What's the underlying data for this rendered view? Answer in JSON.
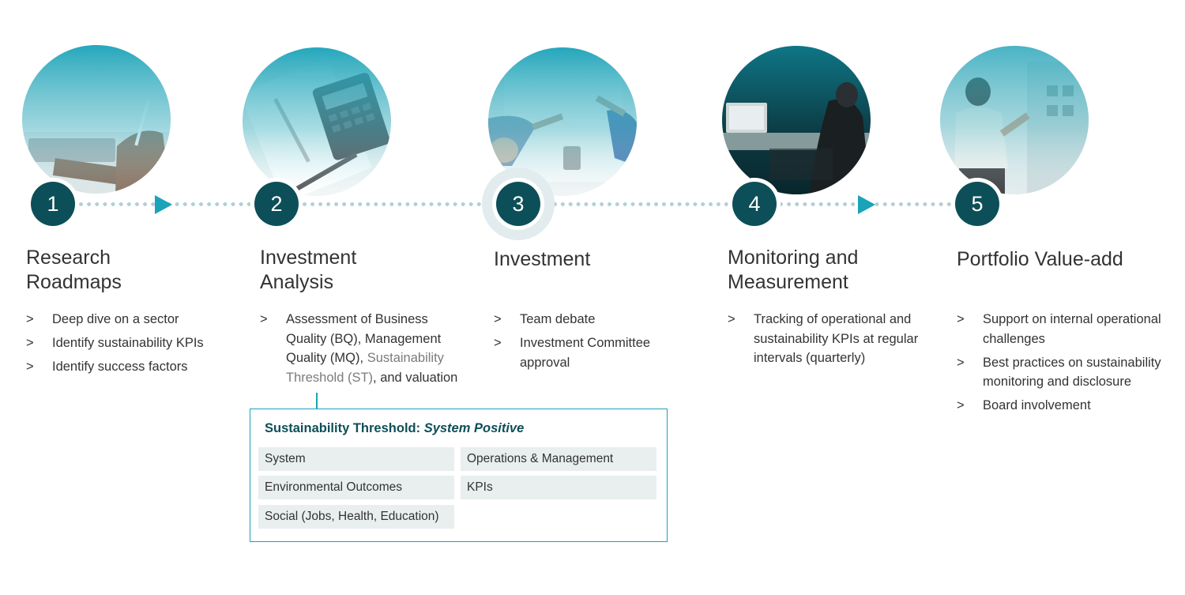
{
  "steps": [
    {
      "number": "1",
      "title_line1": "Research",
      "title_line2": "Roadmaps",
      "image_icon": "person-writing-notes-photo",
      "bullets": [
        "Deep dive on a sector",
        "Identify sustainability KPIs",
        "Identify success factors"
      ]
    },
    {
      "number": "2",
      "title_line1": "Investment",
      "title_line2": "Analysis",
      "image_icon": "calculator-notebook-pen-photo",
      "bullet_part1": "Assessment of Business Quality (BQ), Management Quality (MQ), ",
      "bullet_part2": "Sustainability Threshold (ST)",
      "bullet_part3": ", and valuation"
    },
    {
      "number": "3",
      "title_line1": "Investment",
      "image_icon": "team-meeting-table-photo",
      "bullets": [
        "Team debate",
        "Investment Committee approval"
      ]
    },
    {
      "number": "4",
      "title_line1": "Monitoring and",
      "title_line2": "Measurement",
      "image_icon": "person-at-desk-laptop-photo",
      "bullets": [
        "Tracking of operational and sustainability KPIs at regular intervals (quarterly)"
      ]
    },
    {
      "number": "5",
      "title_line1": "Portfolio Value-add",
      "image_icon": "person-at-whiteboard-photo",
      "bullets": [
        "Support on internal operational challenges",
        "Best practices on sustainability monitoring and disclosure",
        "Board involvement"
      ]
    }
  ],
  "threshold_box": {
    "title_prefix": "Sustainability Threshold: ",
    "title_emphasis": "System Positive",
    "left_items": [
      "System",
      "Environmental Outcomes",
      "Social (Jobs, Health, Education)"
    ],
    "right_items": [
      "Operations & Management",
      "KPIs"
    ]
  },
  "colors": {
    "badge": "#0d4f58",
    "accent": "#1aa3b9",
    "dots": "#b5d0d5",
    "cell_bg": "#e9eeef"
  }
}
